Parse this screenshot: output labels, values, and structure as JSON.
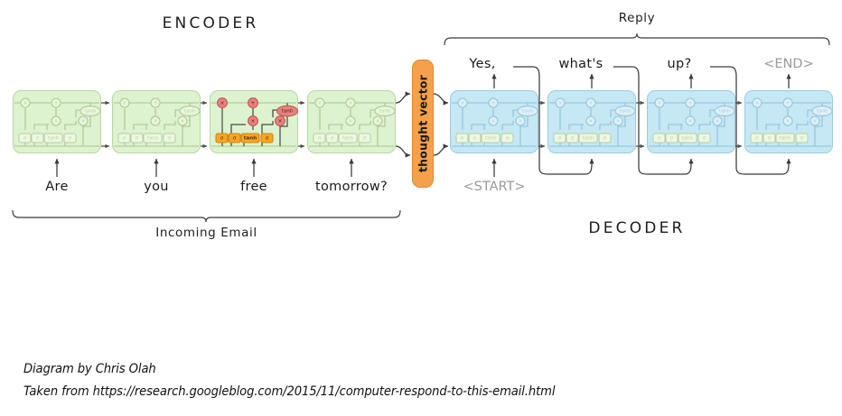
{
  "figure": {
    "encoder_title": "ENCODER",
    "decoder_title": "DECODER",
    "reply_bracket_label": "Reply",
    "incoming_bracket_label": "Incoming Email",
    "thought_vector_label": "thought vector",
    "caption_line_1": "Diagram by Chris Olah",
    "caption_line_2": "Taken from https://research.googleblog.com/2015/11/computer-respond-to-this-email.html"
  },
  "colors": {
    "encoder_cell_fill": "#ddf2cf",
    "encoder_cell_border": "#b9d79f",
    "decoder_cell_fill": "#c6e7f4",
    "decoder_cell_border": "#96cde2",
    "thought_vector_fill": "#f5a04a",
    "thought_vector_border": "#e08b33",
    "highlight_gate_fill": "#f6a623",
    "highlight_op_fill": "#e8827f",
    "wire": "#4a4a4a",
    "muted_text": "#9a9a9a"
  },
  "encoder": {
    "inputs": [
      {
        "word": "Are"
      },
      {
        "word": "you"
      },
      {
        "word": "free"
      },
      {
        "word": "tomorrow?"
      }
    ],
    "highlighted_cell_index": 2
  },
  "decoder": {
    "outputs": [
      {
        "word": "Yes,"
      },
      {
        "word": "what's"
      },
      {
        "word": "up?"
      },
      {
        "word": "<END>",
        "muted": true
      }
    ],
    "start_token": "<START>"
  },
  "lstm_cell": {
    "gate_labels": [
      "σ",
      "σ",
      "tanh",
      "σ"
    ],
    "op_labels": [
      "×",
      "+",
      "×",
      "×"
    ],
    "activation_label": "tanh"
  }
}
